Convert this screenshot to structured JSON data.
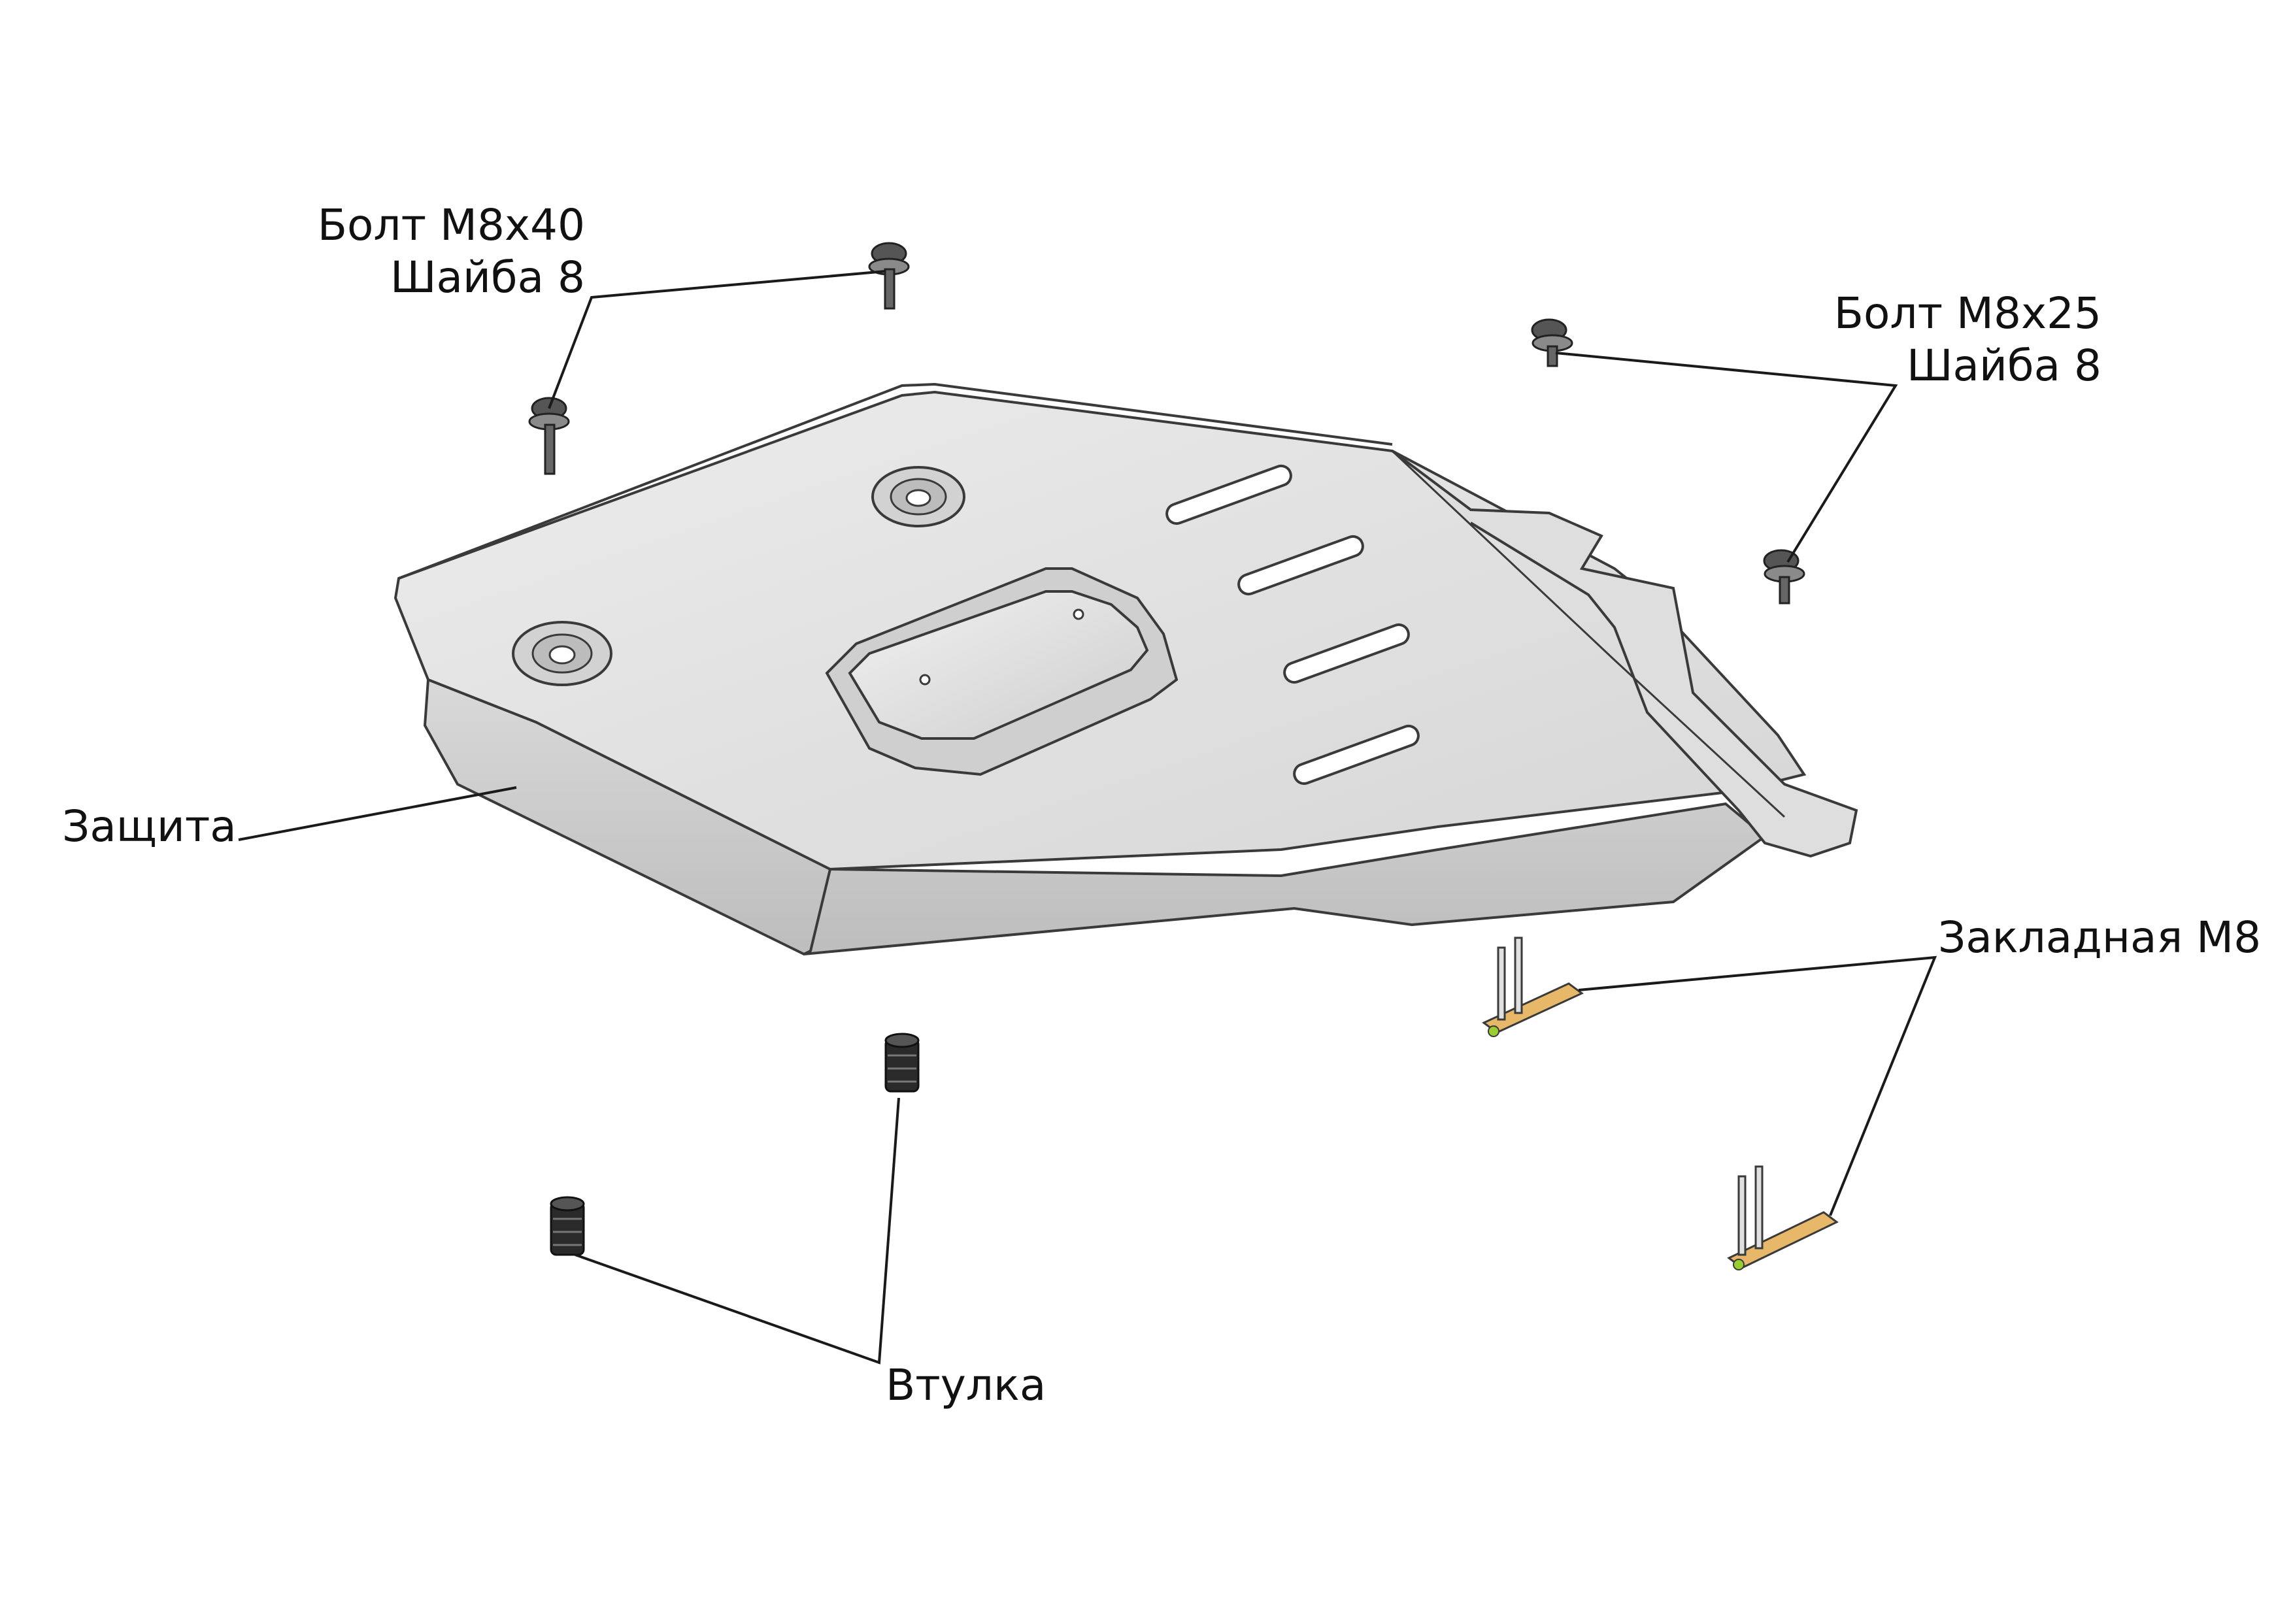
{
  "labels": {
    "bolt_m8x40": "Болт М8х40",
    "washer_left": "Шайба 8",
    "bolt_m8x25": "Болт М8х25",
    "washer_right": "Шайба 8",
    "guard": "Защита",
    "embedded_nut": "Закладная М8",
    "bushing": "Втулка"
  },
  "colors": {
    "plate_top": "#e4e4e4",
    "plate_side": "#cfcfcf",
    "outline": "#3a3a3a",
    "leader": "#1a1a1a",
    "embed": "#e8b86a",
    "bushing": "#222222"
  }
}
